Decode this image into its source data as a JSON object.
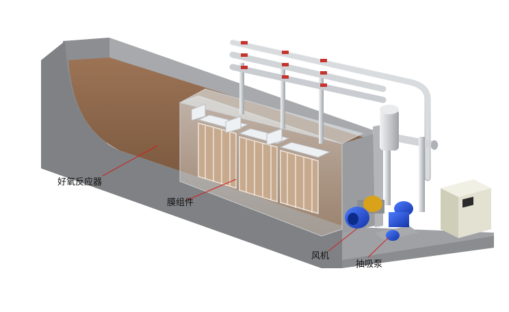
{
  "labels": {
    "aerobic_reactor": "好氧反应器",
    "membrane_module": "膜组件",
    "blower": "风机",
    "suction_pump": "抽吸泵"
  },
  "colors": {
    "concrete": "#8d8f92",
    "sludge": "#8f6a4c",
    "pipe": "#d9dcdf",
    "blower": "#1f4fd1",
    "valve": "#c4342d",
    "cabinet": "#e3e2d2",
    "leader": "#d11e1e"
  }
}
